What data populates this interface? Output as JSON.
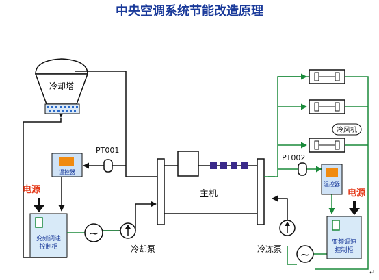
{
  "title": "中央空调系统节能改造原理",
  "labels": {
    "cooling_tower": "冷却塔",
    "main_unit": "主机",
    "fan_unit": "冷风机",
    "left_sensor": "PT001",
    "right_sensor": "PT002",
    "left_controller": "温控器",
    "right_controller": "温控器",
    "left_power": "电源",
    "right_power": "电源",
    "left_vfd_line1": "变频调速",
    "left_vfd_line2": "控制柜",
    "right_vfd_line1": "变频调速",
    "right_vfd_line2": "控制柜",
    "cooling_pump": "冷却泵",
    "chilled_pump": "冷冻泵",
    "motor_symbol": "~",
    "corner_mark": "↵"
  },
  "colors": {
    "black_line": "#111111",
    "green_line": "#1a8a3a",
    "title_blue": "#1a3a9a",
    "label_red": "#e43a1a",
    "controller_fill": "#cfe2f6",
    "controller_screen": "#f08a10",
    "vfd_fill": "#d8eaf8",
    "coil_purple": "#3a2a8a"
  }
}
